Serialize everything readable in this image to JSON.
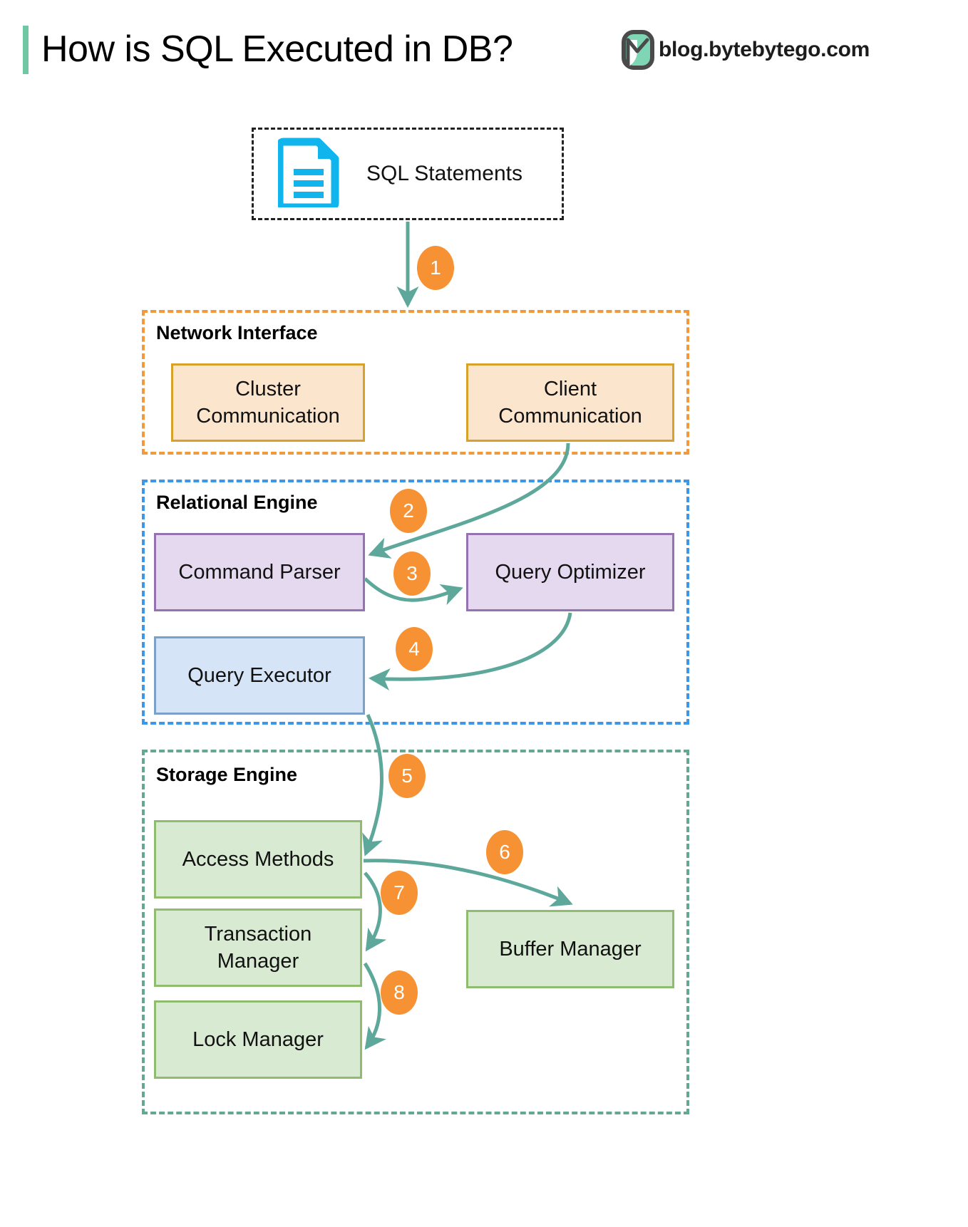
{
  "header": {
    "title": "How is SQL Executed in DB?",
    "brand_text": "blog.bytebytego.com",
    "accent_color": "#6fc7a4",
    "logo_icon": "bytebytego-logo-icon"
  },
  "source": {
    "label": "SQL Statements",
    "icon": "document-icon",
    "icon_color": "#00b0e8"
  },
  "groups": [
    {
      "id": "network",
      "title": "Network Interface",
      "border_color": "#ef9a3c",
      "nodes": [
        {
          "id": "cluster-communication",
          "label": "Cluster\nCommunication",
          "line1": "Cluster",
          "line2": "Communication",
          "fill": "#fce5cd",
          "stroke": "#d7a22a"
        },
        {
          "id": "client-communication",
          "label": "Client\nCommunication",
          "line1": "Client",
          "line2": "Communication",
          "fill": "#fce5cd",
          "stroke": "#d7a22a"
        }
      ]
    },
    {
      "id": "relational",
      "title": "Relational Engine",
      "border_color": "#3d96e8",
      "nodes": [
        {
          "id": "command-parser",
          "label": "Command Parser",
          "fill": "#e5d9f0",
          "stroke": "#9673b0"
        },
        {
          "id": "query-optimizer",
          "label": "Query Optimizer",
          "fill": "#e5d9f0",
          "stroke": "#9673b0"
        },
        {
          "id": "query-executor",
          "label": "Query Executor",
          "fill": "#d6e4f7",
          "stroke": "#7ba0c9"
        }
      ]
    },
    {
      "id": "storage",
      "title": "Storage Engine",
      "border_color": "#64a893",
      "nodes": [
        {
          "id": "access-methods",
          "label": "Access Methods",
          "fill": "#d9ead3",
          "stroke": "#8fbc6e"
        },
        {
          "id": "transaction-manager",
          "label": "Transaction\nManager",
          "line1": "Transaction",
          "line2": "Manager",
          "fill": "#d9ead3",
          "stroke": "#8fbc6e"
        },
        {
          "id": "lock-manager",
          "label": "Lock Manager",
          "fill": "#d9ead3",
          "stroke": "#8fbc6e"
        },
        {
          "id": "buffer-manager",
          "label": "Buffer Manager",
          "fill": "#d9ead3",
          "stroke": "#8fbc6e"
        }
      ]
    }
  ],
  "steps": [
    {
      "number": "1",
      "from": "sql-statements",
      "to": "network-interface"
    },
    {
      "number": "2",
      "from": "client-communication",
      "to": "command-parser"
    },
    {
      "number": "3",
      "from": "command-parser",
      "to": "query-optimizer"
    },
    {
      "number": "4",
      "from": "query-optimizer",
      "to": "query-executor"
    },
    {
      "number": "5",
      "from": "query-executor",
      "to": "access-methods"
    },
    {
      "number": "6",
      "from": "access-methods",
      "to": "buffer-manager"
    },
    {
      "number": "7",
      "from": "access-methods",
      "to": "transaction-manager"
    },
    {
      "number": "8",
      "from": "transaction-manager",
      "to": "lock-manager"
    }
  ],
  "colors": {
    "arrow": "#5da89a",
    "badge": "#f79234",
    "badge_text": "#ffffff",
    "background": "#ffffff"
  }
}
